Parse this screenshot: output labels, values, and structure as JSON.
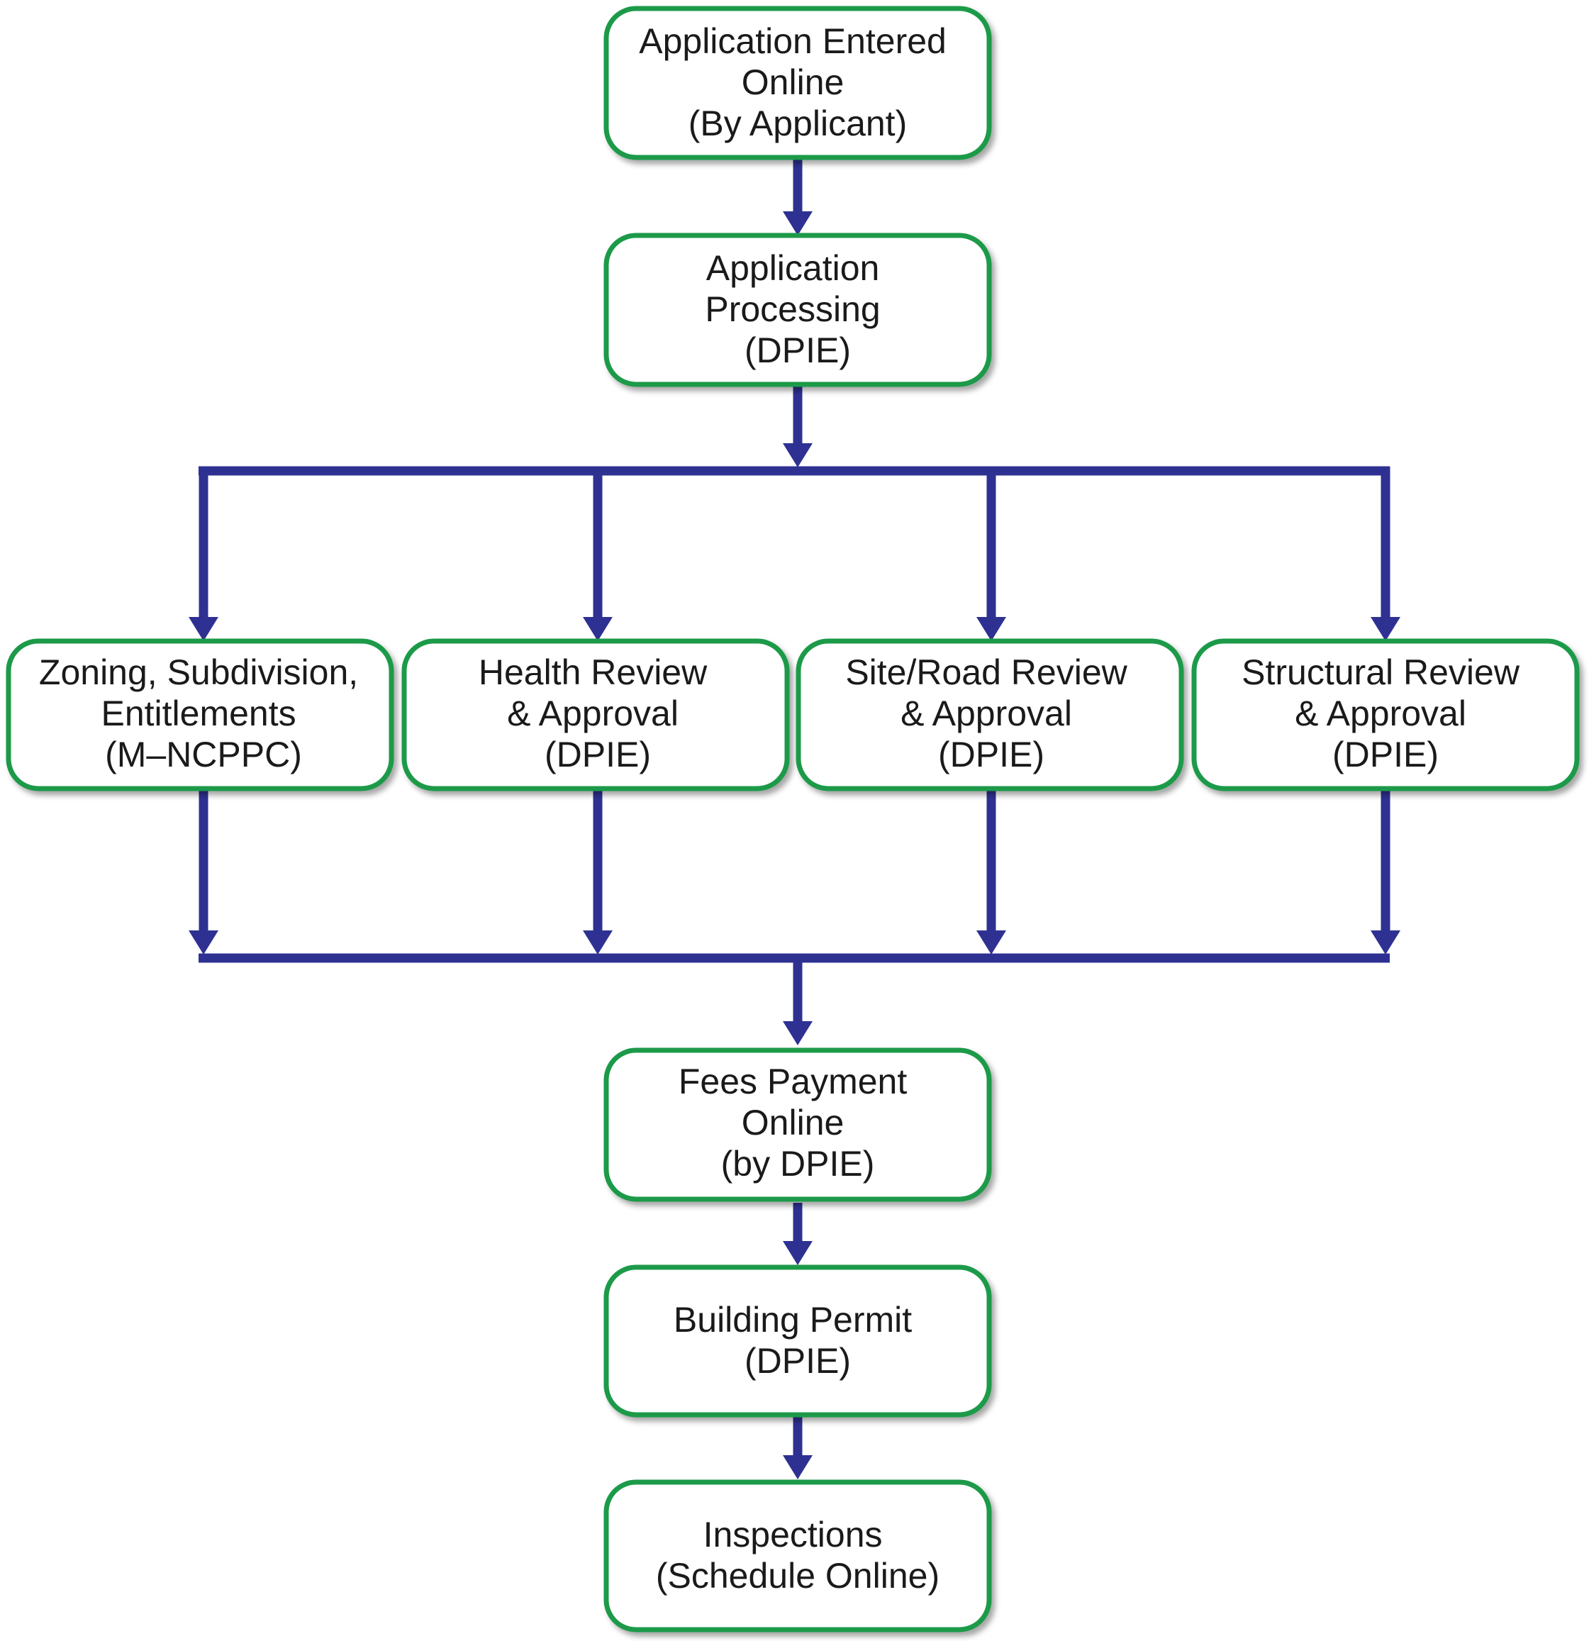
{
  "colors": {
    "node_border": "#1f9a48",
    "connector": "#2e3192",
    "text": "#1a1a1a",
    "background": "#ffffff"
  },
  "nodes": {
    "application_entered": {
      "lines": [
        "Application Entered",
        "Online",
        "(By Applicant)"
      ]
    },
    "application_processing": {
      "lines": [
        "Application",
        "Processing",
        "(DPIE)"
      ]
    },
    "zoning": {
      "lines": [
        "Zoning, Subdivision,",
        "Entitlements",
        "(M–NCPPC)"
      ]
    },
    "health": {
      "lines": [
        "Health Review",
        "& Approval",
        "(DPIE)"
      ]
    },
    "site_road": {
      "lines": [
        "Site/Road Review",
        "& Approval",
        "(DPIE)"
      ]
    },
    "structural": {
      "lines": [
        "Structural Review",
        "& Approval",
        "(DPIE)"
      ]
    },
    "fees_payment": {
      "lines": [
        "Fees Payment",
        "Online",
        "(by DPIE)"
      ]
    },
    "building_permit": {
      "lines": [
        "Building Permit",
        "(DPIE)"
      ]
    },
    "inspections": {
      "lines": [
        "Inspections",
        "(Schedule Online)"
      ]
    }
  }
}
